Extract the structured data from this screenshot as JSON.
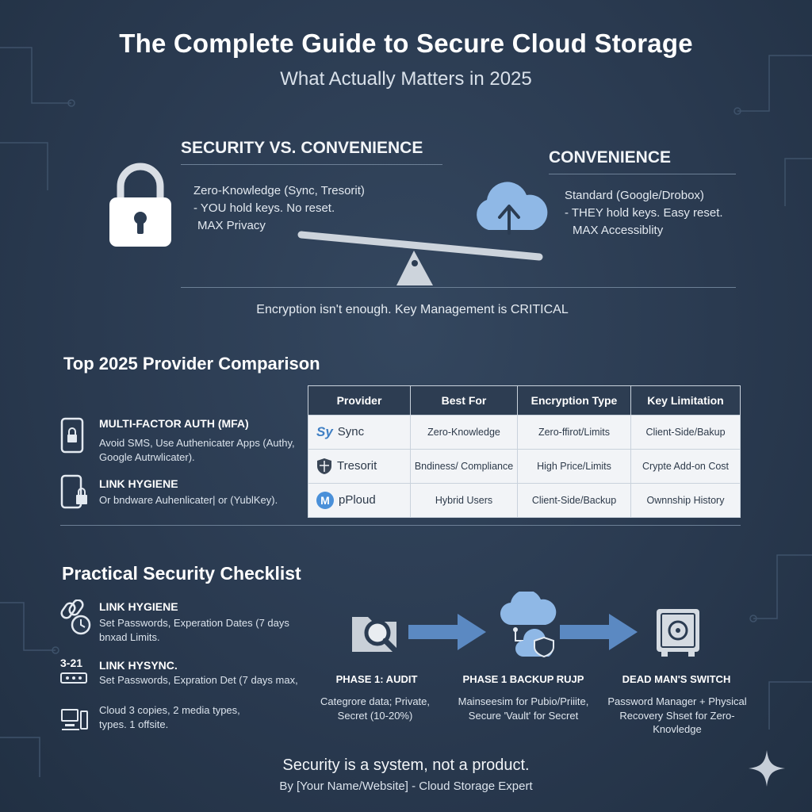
{
  "header": {
    "title": "The Complete Guide to Secure Cloud Storage",
    "subtitle": "What Actually Matters in 2025"
  },
  "balance": {
    "left_heading": "SECURITY VS. CONVENIENCE",
    "left_lines": [
      "Zero-Knowledge (Sync, Tresorit)",
      "- YOU hold keys. No reset.",
      "MAX Privacy"
    ],
    "right_heading": "CONVENIENCE",
    "right_lines": [
      "Standard (Google/Drobox)",
      "- THEY hold keys. Easy reset.",
      "MAX Accessiblity"
    ],
    "caption": "Encryption isn't enough. Key Management is CRITICAL"
  },
  "comparison": {
    "heading": "Top 2025 Provider Comparison",
    "columns": [
      "Provider",
      "Best For",
      "Encryption Type",
      "Key Limitation"
    ],
    "rows": [
      {
        "logo": "Sy",
        "provider": "Sync",
        "best_for": "Zero-Knowledge",
        "encryption": "Zero-ffirot/Limits",
        "limitation": "Client-Side/Bakup"
      },
      {
        "logo": "",
        "provider": "Tresorit",
        "best_for": "Bndiness/ Compliance",
        "encryption": "High Price/Limits",
        "limitation": "Crypte Add-on Cost"
      },
      {
        "logo": "M",
        "provider": "pPloud",
        "best_for": "Hybrid Users",
        "encryption": "Client-Side/Backup",
        "limitation": "Ownnship History"
      }
    ]
  },
  "side_tips": [
    {
      "title": "MULTI-FACTOR AUTH (MFA)",
      "text": "Avoid SMS, Use Authenicater Apps (Authy, Google Autrwlicater)."
    },
    {
      "title": "LINK HYGIENE",
      "text": "Or bndware Auhenlicater| or (YublKey)."
    }
  ],
  "checklist": {
    "heading": "Practical Security Checklist",
    "items": [
      {
        "title": "LINK HYGIENE",
        "text": "Set Passwords, Experation Dates (7 days bnxad Limits."
      },
      {
        "badge": "3-21",
        "title": "LINK HYSYNC.",
        "text": "Set Passwords, Expration Det (7 days max,"
      },
      {
        "title": "",
        "text": "Cloud 3 copies, 2 media types, types. 1 offsite."
      }
    ]
  },
  "phases": [
    {
      "title": "PHASE 1: AUDIT",
      "text": "Categrore data; Private, Secret (10-20%)"
    },
    {
      "title": "PHASE 1 BACKUP RUJP",
      "text": "Mainseesim for Pubio/Priiite, Secure 'Vault' for Secret"
    },
    {
      "title": "DEAD MAN'S SWITCH",
      "text": "Password Manager + Physical Recovery Shset for Zero-Knovledge"
    }
  ],
  "footer": {
    "tagline": "Security is a system, not a product.",
    "byline": "By [Your Name/Website] - Cloud Storage Expert"
  },
  "colors": {
    "background": "#2b3c52",
    "accent_blue": "#8fb8e6",
    "arrow_blue": "#5b89c2",
    "table_header": "#2d3d52"
  }
}
